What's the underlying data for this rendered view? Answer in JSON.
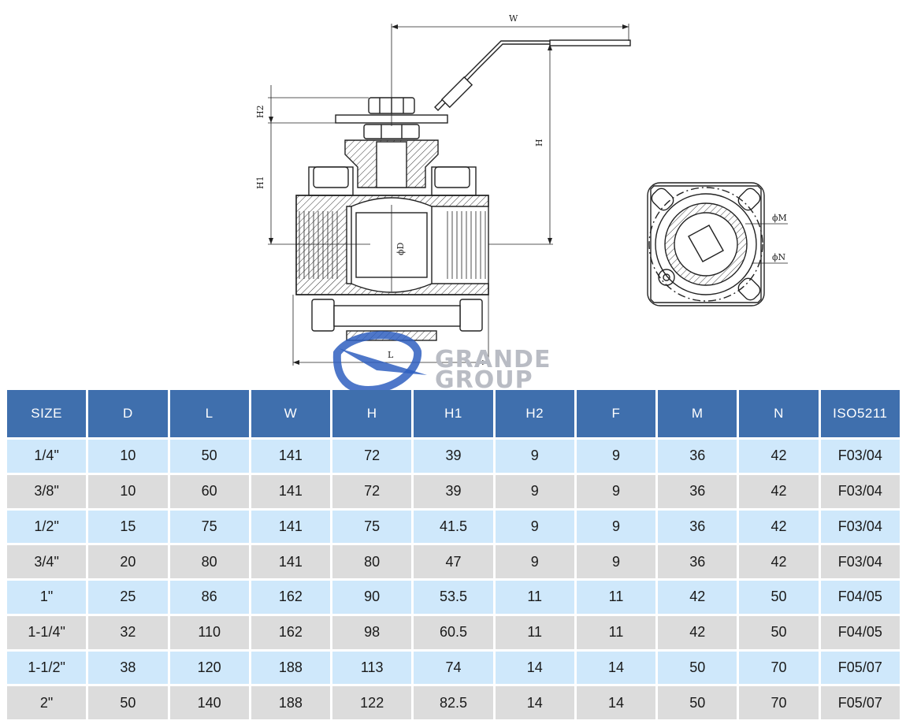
{
  "drawing": {
    "dimension_labels": {
      "W": "W",
      "H": "H",
      "H1": "H1",
      "H2": "H2",
      "L": "L",
      "D": "ϕD",
      "M": "ϕM",
      "N": "ϕN"
    }
  },
  "logo": {
    "line1": "GRANDE",
    "line2": "GROUP",
    "colors": {
      "swoosh": "#2f5fbf",
      "text": "#b9bcc4"
    }
  },
  "table": {
    "columns": [
      "SIZE",
      "D",
      "L",
      "W",
      "H",
      "H1",
      "H2",
      "F",
      "M",
      "N",
      "ISO5211"
    ],
    "rows": [
      [
        "1/4\"",
        "10",
        "50",
        "141",
        "72",
        "39",
        "9",
        "9",
        "36",
        "42",
        "F03/04"
      ],
      [
        "3/8\"",
        "10",
        "60",
        "141",
        "72",
        "39",
        "9",
        "9",
        "36",
        "42",
        "F03/04"
      ],
      [
        "1/2\"",
        "15",
        "75",
        "141",
        "75",
        "41.5",
        "9",
        "9",
        "36",
        "42",
        "F03/04"
      ],
      [
        "3/4\"",
        "20",
        "80",
        "141",
        "80",
        "47",
        "9",
        "9",
        "36",
        "42",
        "F03/04"
      ],
      [
        "1\"",
        "25",
        "86",
        "162",
        "90",
        "53.5",
        "11",
        "11",
        "42",
        "50",
        "F04/05"
      ],
      [
        "1-1/4\"",
        "32",
        "110",
        "162",
        "98",
        "60.5",
        "11",
        "11",
        "42",
        "50",
        "F04/05"
      ],
      [
        "1-1/2\"",
        "38",
        "120",
        "188",
        "113",
        "74",
        "14",
        "14",
        "50",
        "70",
        "F05/07"
      ],
      [
        "2\"",
        "50",
        "140",
        "188",
        "122",
        "82.5",
        "14",
        "14",
        "50",
        "70",
        "F05/07"
      ]
    ],
    "colors": {
      "header": "#3f6fad",
      "row_blue": "#cfe8fb",
      "row_gray": "#dcdcdc"
    }
  }
}
